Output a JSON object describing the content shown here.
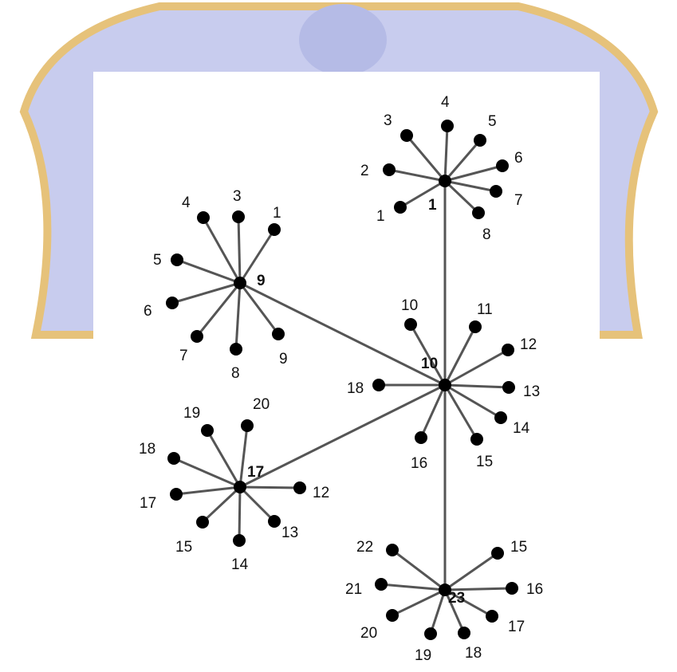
{
  "colors": {
    "watermark": "#c8ccee",
    "watermark_gold": "#e6c27a",
    "panel": "#ffffff",
    "edge": "#555555",
    "node": "#000000"
  },
  "diagram": {
    "hubs": [
      {
        "id": "h1",
        "label": "1",
        "leaves": [
          "1",
          "2",
          "3",
          "4",
          "5",
          "6",
          "7",
          "8"
        ]
      },
      {
        "id": "h9",
        "label": "9",
        "leaves": [
          "1",
          "3",
          "4",
          "5",
          "6",
          "7",
          "8",
          "9"
        ]
      },
      {
        "id": "h10",
        "label": "10",
        "leaves": [
          "10",
          "11",
          "12",
          "13",
          "14",
          "15",
          "16",
          "18"
        ]
      },
      {
        "id": "h17",
        "label": "17",
        "leaves": [
          "12",
          "13",
          "14",
          "15",
          "17",
          "18",
          "19",
          "20"
        ]
      },
      {
        "id": "h23",
        "label": "23",
        "leaves": [
          "15",
          "16",
          "17",
          "18",
          "19",
          "20",
          "21",
          "22"
        ]
      }
    ],
    "hub_links": [
      [
        "h1",
        "h10"
      ],
      [
        "h9",
        "h10"
      ],
      [
        "h17",
        "h10"
      ],
      [
        "h23",
        "h10"
      ]
    ]
  }
}
